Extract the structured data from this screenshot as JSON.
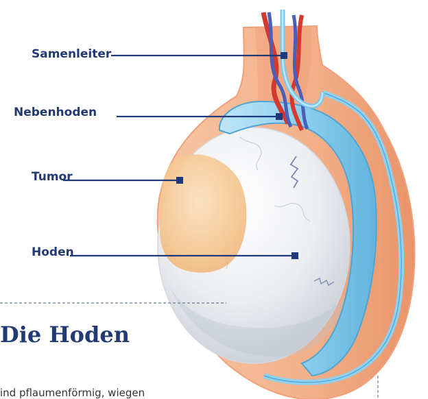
{
  "labels": {
    "samenleiter": "Samenleiter",
    "nebenhoden": "Nebenhoden",
    "tumor": "Tumor",
    "hoden": "Hoden"
  },
  "title": "Die Hoden",
  "body_text": "ind pflaumenförmig, wiegen",
  "colors": {
    "label_text": "#223a73",
    "leader_line": "#1f3a7a",
    "scrotum": "#f3b58c",
    "epididymis": "#8fd0ee",
    "testis": "#eef0f2",
    "tumor": "#f5c48c",
    "artery": "#d33a2f",
    "vein": "#4a5fb8"
  }
}
